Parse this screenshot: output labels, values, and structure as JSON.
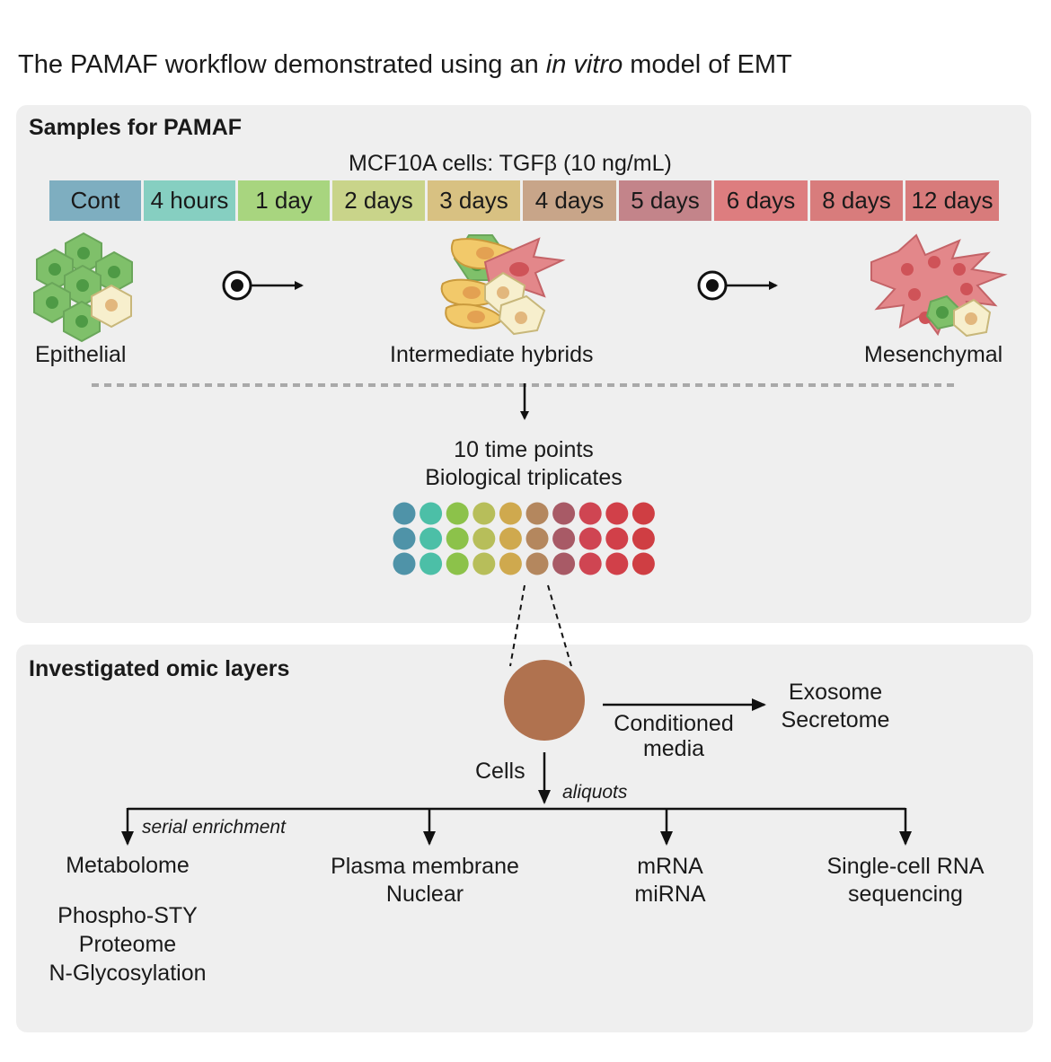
{
  "title_main": "The PAMAF workflow demonstrated using an",
  "title_italic": "in vitro",
  "title_tail": "model of EMT",
  "samples": {
    "heading": "Samples for PAMAF",
    "timeline_caption": "MCF10A cells: TGFβ (10 ng/mL)",
    "timepoints": [
      {
        "label": "Cont",
        "color": "#7eaec0"
      },
      {
        "label": "4 hours",
        "color": "#86cfc1"
      },
      {
        "label": "1 day",
        "color": "#a8d57f"
      },
      {
        "label": "2 days",
        "color": "#c9d48a"
      },
      {
        "label": "3 days",
        "color": "#d8c182"
      },
      {
        "label": "4 days",
        "color": "#c8a589"
      },
      {
        "label": "5 days",
        "color": "#c3848a"
      },
      {
        "label": "6 days",
        "color": "#dd7d7f"
      },
      {
        "label": "8 days",
        "color": "#d87c7c"
      },
      {
        "label": "12 days",
        "color": "#d87b7b"
      }
    ],
    "stages": {
      "epithelial": "Epithelial",
      "intermediate": "Intermediate hybrids",
      "mesenchymal": "Mesenchymal"
    },
    "summary_line1": "10 time points",
    "summary_line2": "Biological triplicates",
    "dot_colors": [
      "#4f93a8",
      "#4cbfa7",
      "#8cc24a",
      "#b7be5a",
      "#cfa94e",
      "#b4875e",
      "#a85a66",
      "#cf4552",
      "#d14049",
      "#cf3e43"
    ]
  },
  "omics": {
    "heading": "Investigated omic layers",
    "sample_color": "#b0724f",
    "conditioned_media_line1": "Conditioned",
    "conditioned_media_line2": "media",
    "exosome": "Exosome",
    "secretome": "Secretome",
    "cells": "Cells",
    "aliquots": "aliquots",
    "serial_enrichment": "serial enrichment",
    "metabolome": "Metabolome",
    "phospho": "Phospho-STY",
    "proteome": "Proteome",
    "glycosylation": "N-Glycosylation",
    "plasma_membrane": "Plasma membrane",
    "nuclear": "Nuclear",
    "mrna": "mRNA",
    "mirna": "miRNA",
    "sc_line1": "Single-cell RNA",
    "sc_line2": "sequencing"
  }
}
